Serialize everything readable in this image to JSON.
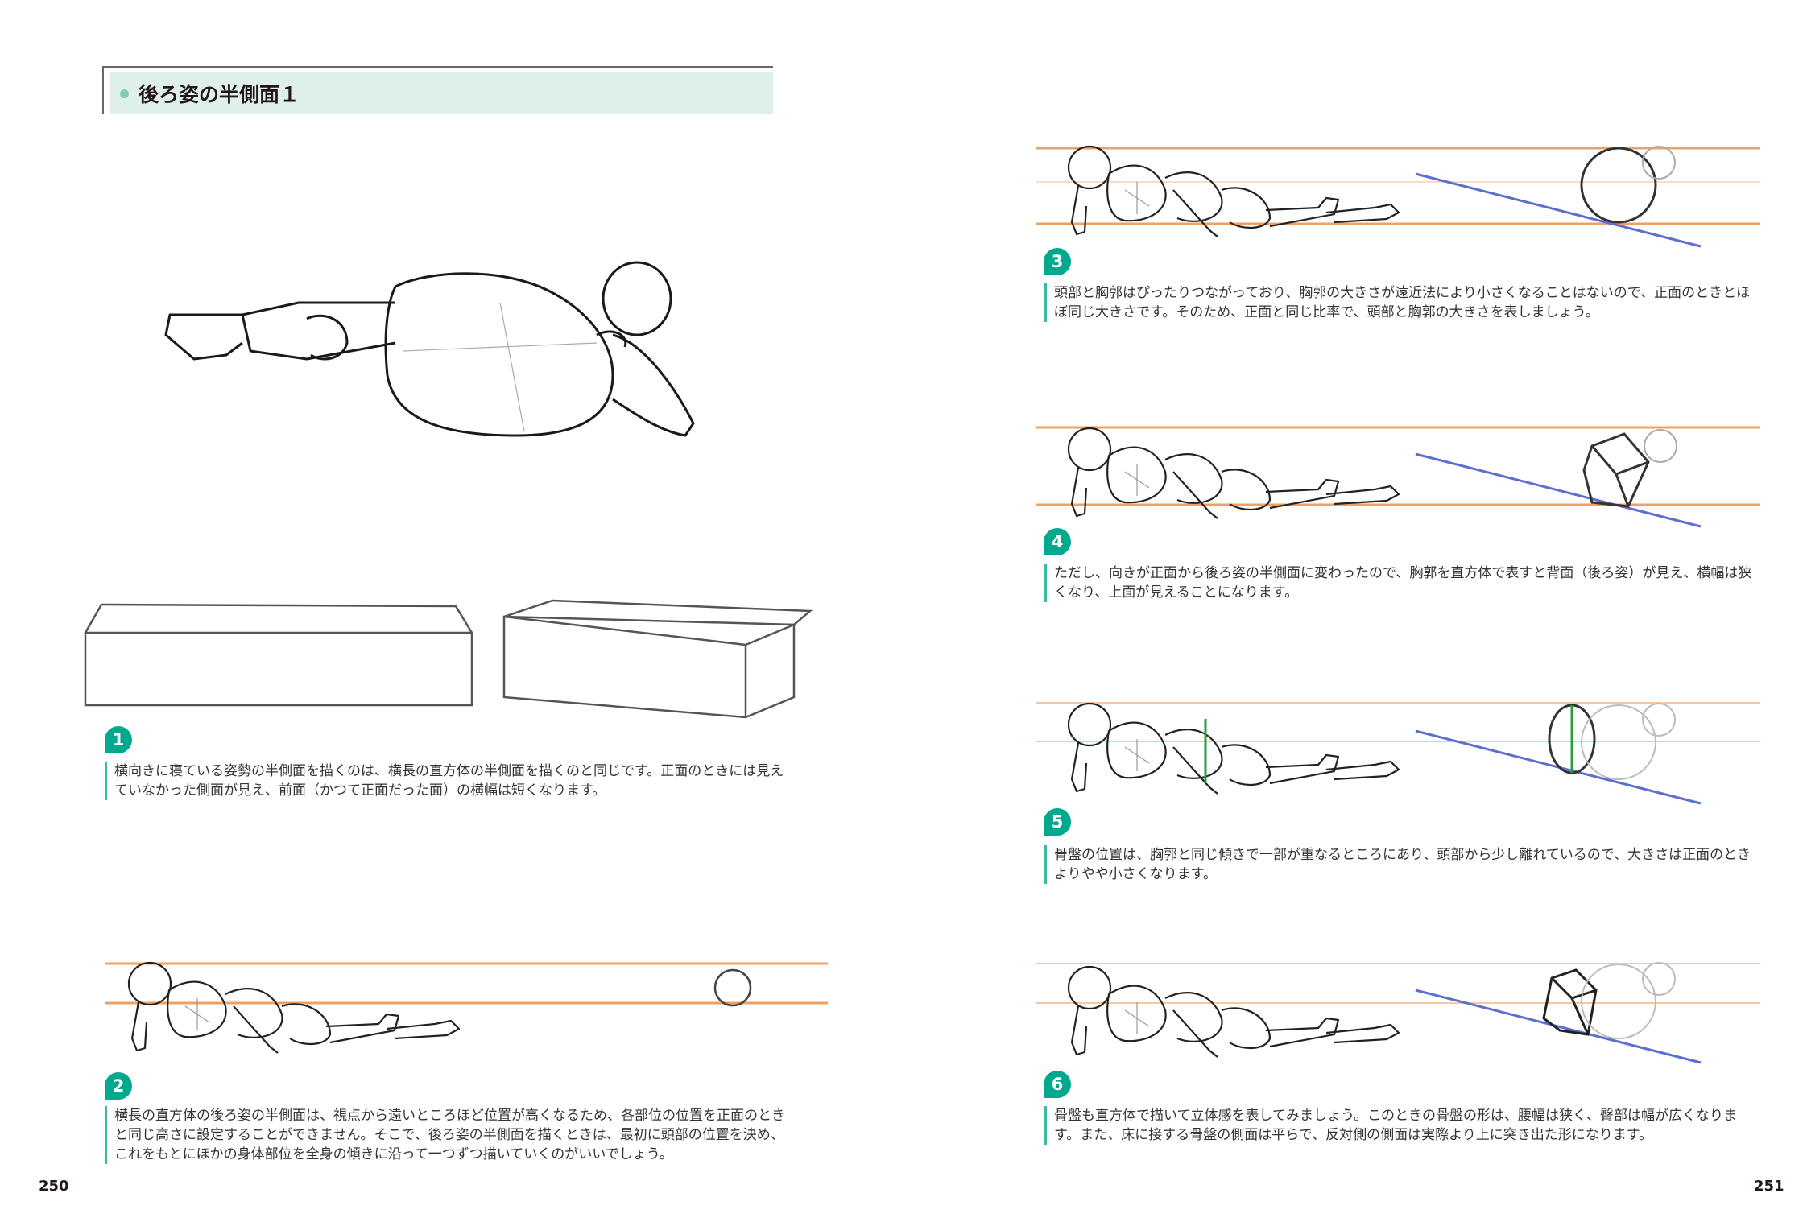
{
  "left_page": {
    "section_title": "後ろ姿の半側面１",
    "page_number": "250",
    "steps": [
      {
        "number": "1",
        "text": "横向きに寝ている姿勢の半側面を描くのは、横長の直方体の半側面を描くのと同じです。正面のときには見えていなかった側面が見え、前面（かつて正面だった面）の横幅は短くなります。"
      },
      {
        "number": "2",
        "text": "横長の直方体の後ろ姿の半側面は、視点から遠いところほど位置が高くなるため、各部位の位置を正面のときと同じ高さに設定することができません。そこで、後ろ姿の半側面を描くときは、最初に頭部の位置を決め、これをもとにほかの身体部位を全身の傾きに沿って一つずつ描いていくのがいいでしょう。"
      }
    ]
  },
  "right_page": {
    "page_number": "251",
    "steps": [
      {
        "number": "3",
        "text": "頭部と胸郭はぴったりつながっており、胸郭の大きさが遠近法により小さくなることはないので、正面のときとほぼ同じ大きさです。そのため、正面と同じ比率で、頭部と胸郭の大きさを表しましょう。"
      },
      {
        "number": "4",
        "text": "ただし、向きが正面から後ろ姿の半側面に変わったので、胸郭を直方体で表すと背面（後ろ姿）が見え、横幅は狭くなり、上面が見えることになります。"
      },
      {
        "number": "5",
        "text": "骨盤の位置は、胸郭と同じ傾きで一部が重なるところにあり、頭部から少し離れているので、大きさは正面のときよりやや小さくなります。"
      },
      {
        "number": "6",
        "text": "骨盤も直方体で描いて立体感を表してみましょう。このときの骨盤の形は、腰幅は狭く、臀部は幅が広くなります。また、床に接する骨盤の側面は平らで、反対側の側面は実際より上に突き出た形になります。"
      }
    ]
  },
  "colors": {
    "accent": "#00a88e",
    "header_bg": "#dff0ea",
    "guide_orange": "#f0a060",
    "guide_blue": "#5a6fd0"
  }
}
